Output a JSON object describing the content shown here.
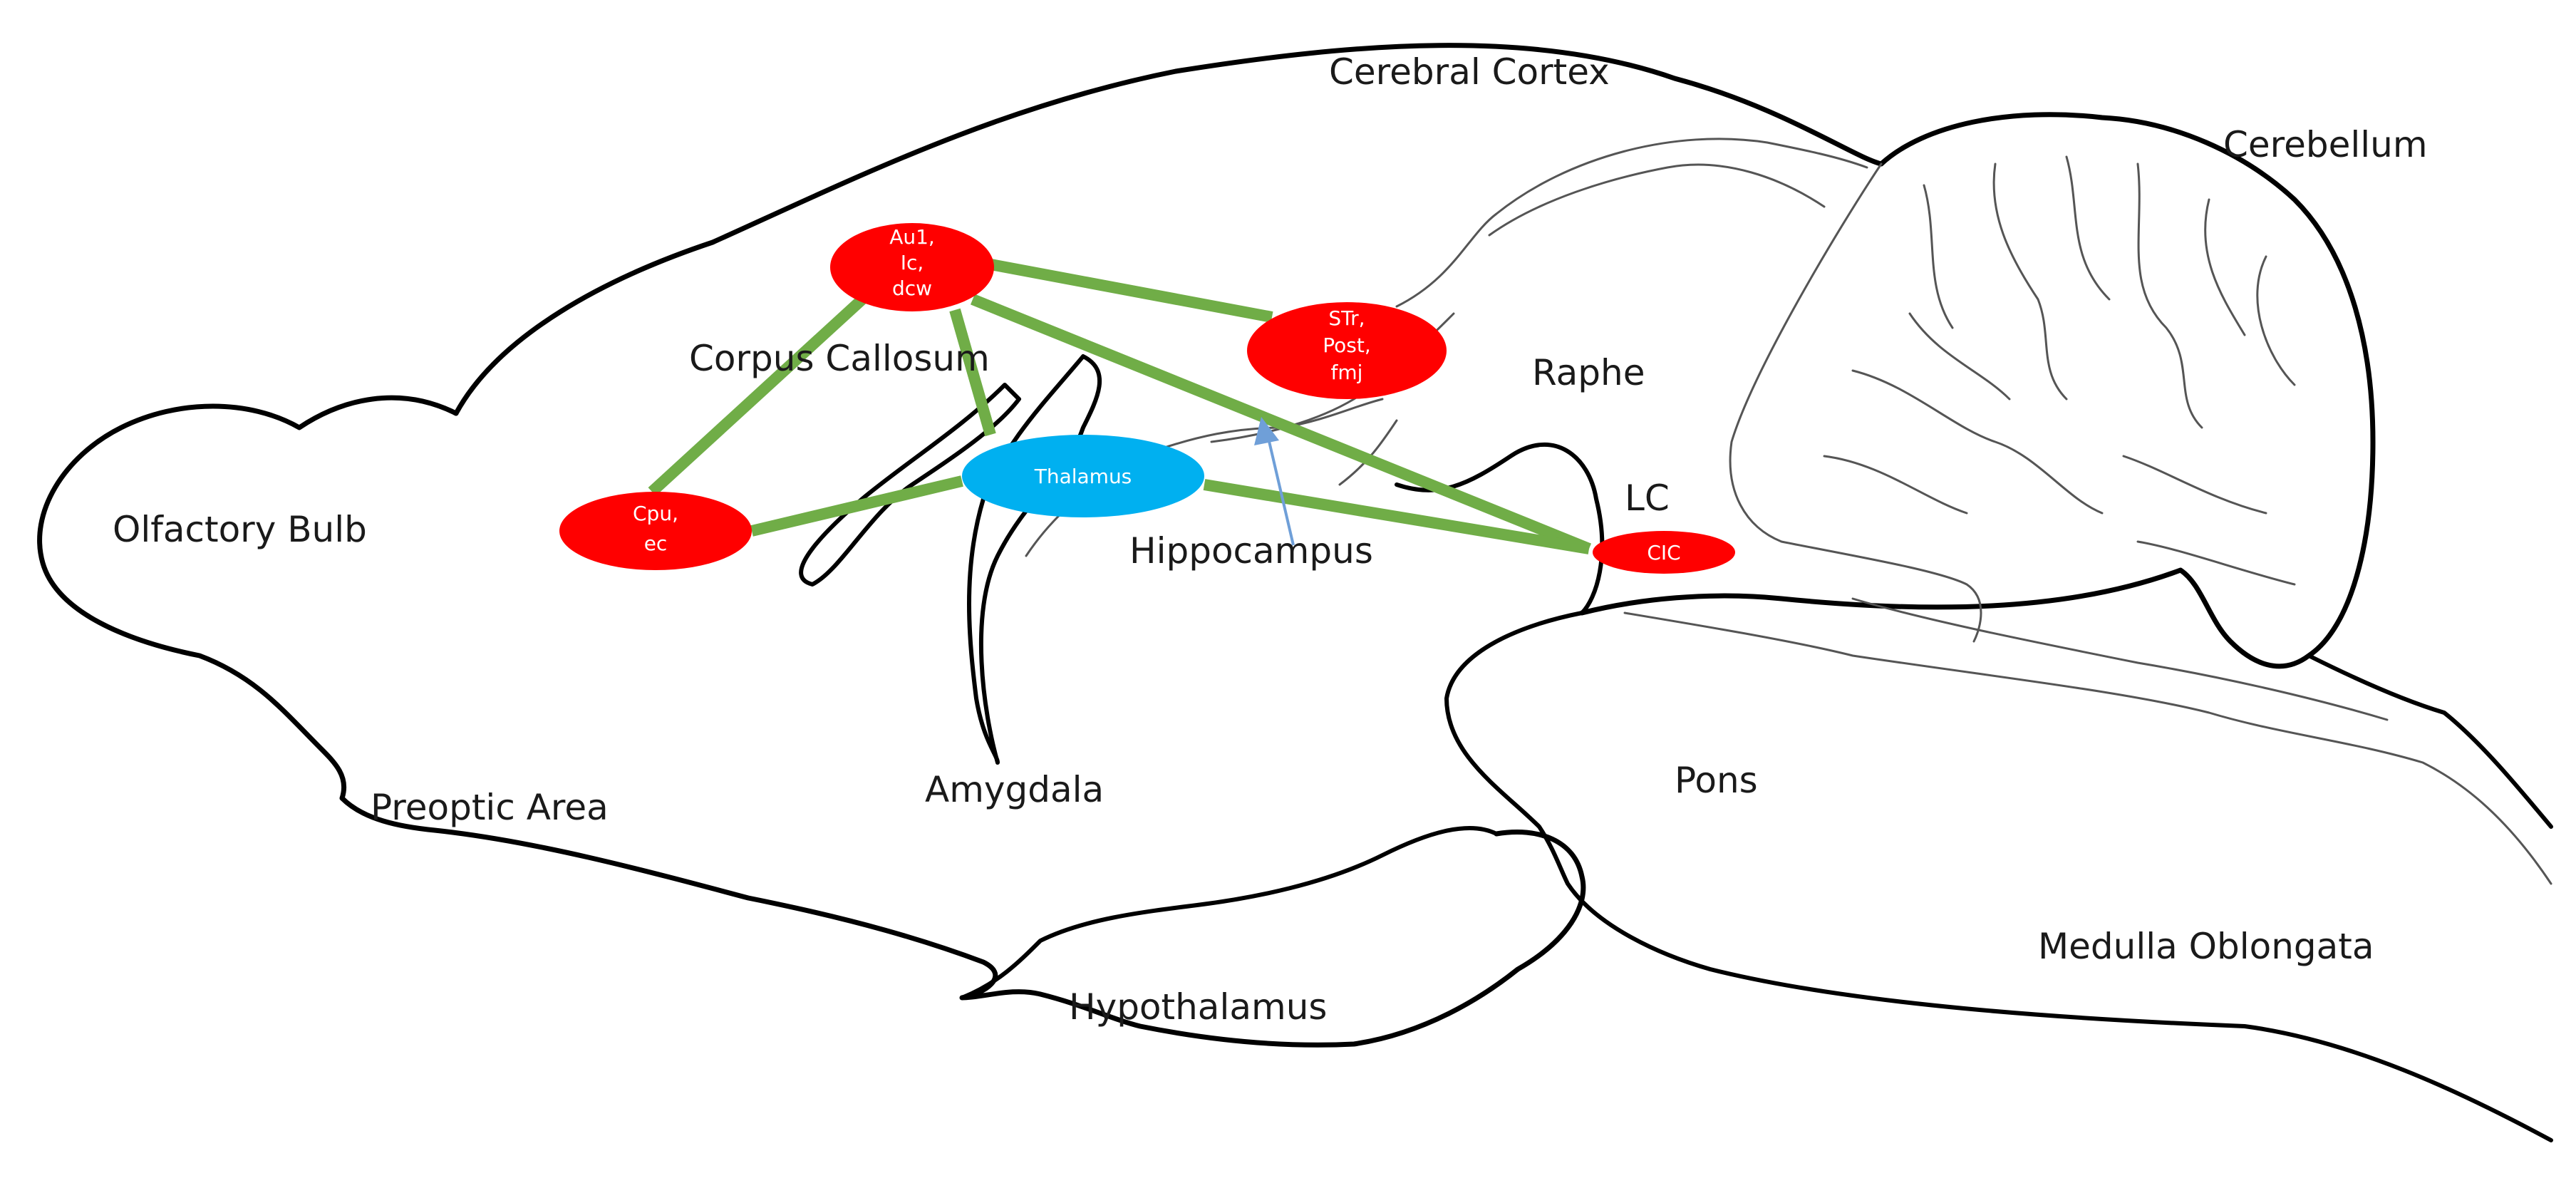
{
  "colors": {
    "outline": "#000000",
    "connection": "#70ad47",
    "node_red": "#ff0000",
    "node_blue": "#00b0f0",
    "pointer_arrow": "#6f9fd8"
  },
  "regions": {
    "cerebral_cortex": "Cerebral Cortex",
    "cerebellum": "Cerebellum",
    "corpus_callosum": "Corpus Callosum",
    "raphe": "Raphe",
    "olfactory_bulb": "Olfactory Bulb",
    "lc": "LC",
    "hippocampus": "Hippocampus",
    "preoptic_area": "Preoptic Area",
    "amygdala": "Amygdala",
    "pons": "Pons",
    "medulla_oblongata": "Medulla Oblongata",
    "hypothalamus": "Hypothalamus"
  },
  "nodes": {
    "au1": {
      "lines": [
        "Au1,",
        "Ic,",
        "dcw"
      ]
    },
    "str": {
      "lines": [
        "STr,",
        "Post,",
        "fmj"
      ]
    },
    "cpu": {
      "lines": [
        "Cpu,",
        "ec"
      ]
    },
    "thalamus": {
      "lines": [
        "Thalamus"
      ]
    },
    "cic": {
      "lines": [
        "CIC"
      ]
    }
  },
  "connections": [
    [
      "au1",
      "str"
    ],
    [
      "au1",
      "cpu"
    ],
    [
      "au1",
      "thalamus"
    ],
    [
      "au1",
      "cic"
    ],
    [
      "cpu",
      "thalamus"
    ],
    [
      "thalamus",
      "cic"
    ]
  ]
}
